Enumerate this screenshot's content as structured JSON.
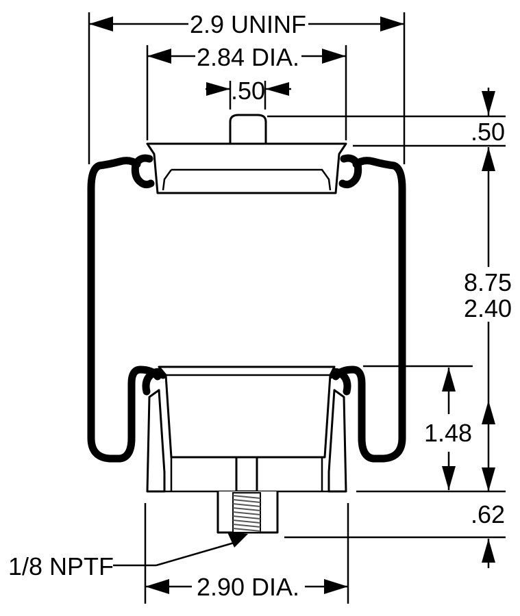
{
  "dimensions": {
    "overall_width": "2.9 UNINF",
    "top_plate_dia": "2.84 DIA.",
    "stud_dia": ".50",
    "stud_height": ".50",
    "height_max": "8.75",
    "height_min": "2.40",
    "piston_height": "1.48",
    "base_height": ".62",
    "fitting": "1/8 NPTF",
    "base_dia": "2.90 DIA."
  }
}
